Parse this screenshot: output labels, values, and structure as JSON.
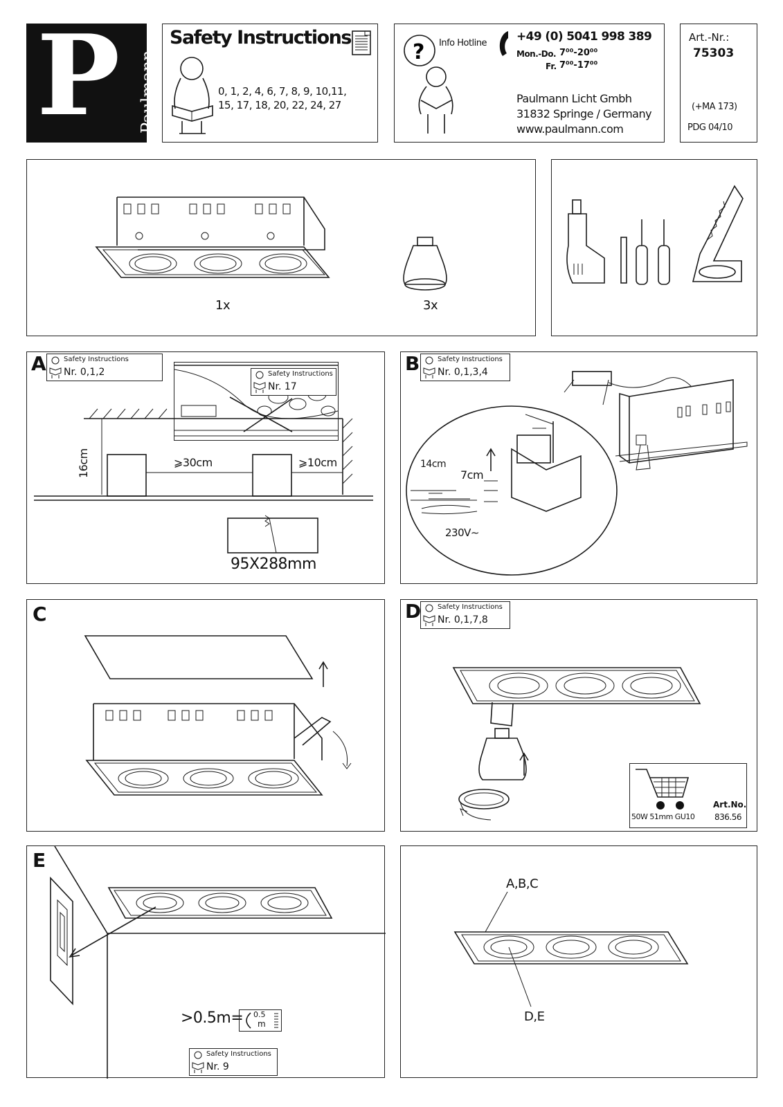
{
  "header": {
    "brand_letter": "P",
    "brand_name": "Paulmann",
    "safety_title": "Safety Instructions",
    "safety_numbers_line1": "0, 1, 2, 4, 6, 7, 8, 9, 10,11,",
    "safety_numbers_line2": "15, 17, 18, 20, 22, 24, 27",
    "hotline_label": "Info Hotline",
    "phone": "+49 (0) 5041 998 389",
    "hours_weekdays_label": "Mon.-Do.",
    "hours_weekdays": "7⁰⁰-20⁰⁰",
    "hours_friday_label": "Fr.",
    "hours_friday": "7⁰⁰-17⁰⁰",
    "company": "Paulmann Licht Gmbh",
    "address": "31832 Springe / Germany",
    "website": "www.paulmann.com",
    "art_label": "Art.-Nr.:",
    "art_number": "75303",
    "ma_code": "(+MA 173)",
    "pdg_code": "PDG 04/10"
  },
  "contents": {
    "fixture_qty": "1x",
    "bulb_qty": "3x"
  },
  "step_a": {
    "letter": "A",
    "si_title": "Safety Instructions",
    "si_numbers": "Nr. 0,1,2",
    "inset_si_title": "Safety Instructions",
    "inset_si_numbers": "Nr. 17",
    "depth": "16cm",
    "spacing": "⩾30cm",
    "wall_distance": "⩾10cm",
    "cutout": "95X288mm"
  },
  "step_b": {
    "letter": "B",
    "si_title": "Safety Instructions",
    "si_numbers": "Nr. 0,1,3,4",
    "strip_outer": "14cm",
    "strip_inner": "7cm",
    "voltage": "230V∼"
  },
  "step_c": {
    "letter": "C"
  },
  "step_d": {
    "letter": "D",
    "si_title": "Safety Instructions",
    "si_numbers": "Nr. 0,1,7,8",
    "bulb_spec": "50W 51mm GU10",
    "art_label": "Art.No.",
    "art_number": "836.56"
  },
  "step_e": {
    "letter": "E",
    "distance": ">0.5m=",
    "symbol_value": "0.5",
    "symbol_unit": "m",
    "si_title": "Safety Instructions",
    "si_numbers": "Nr. 9"
  },
  "overview": {
    "label_top": "A,B,C",
    "label_bottom": "D,E"
  }
}
